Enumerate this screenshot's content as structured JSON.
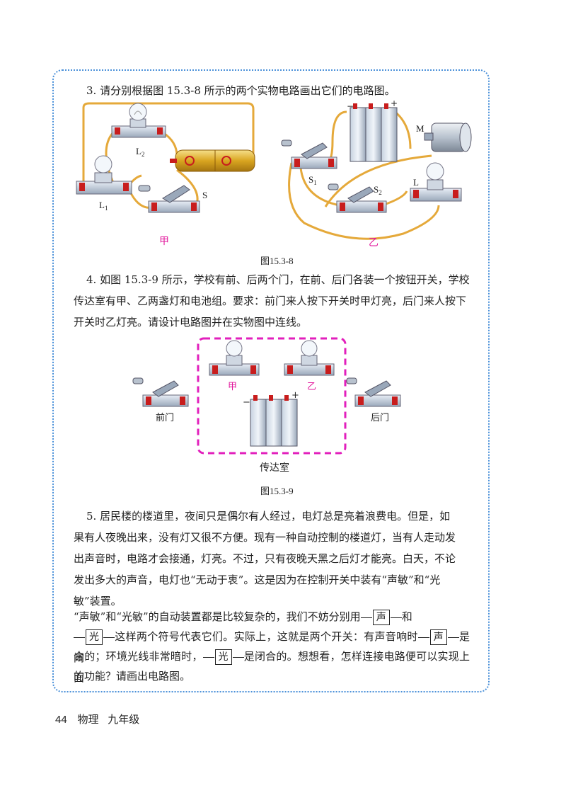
{
  "q3": {
    "text": "3. 请分别根据图 15.3-8 所示的两个实物电路画出它们的电路图。"
  },
  "fig8": {
    "caption": "图15.3-8",
    "left_label": "甲",
    "right_label": "乙",
    "labels": {
      "L1": "L",
      "L1_sub": "1",
      "L2": "L",
      "L2_sub": "2",
      "S": "S",
      "S1": "S",
      "S1_sub": "1",
      "S2": "S",
      "S2_sub": "2",
      "M": "M",
      "L": "L",
      "minus": "−",
      "plus": "+"
    }
  },
  "q4": {
    "lines": [
      "4. 如图 15.3-9 所示，学校有前、后两个门，在前、后门各装一个按钮开关，学校",
      "传达室有甲、乙两盏灯和电池组。要求：前门来人按下开关时甲灯亮，后门来人按下",
      "开关时乙灯亮。请设计电路图并在实物图中连线。"
    ]
  },
  "fig9": {
    "caption": "图15.3-9",
    "front": "前门",
    "back": "后门",
    "room": "传达室",
    "lamp_a": "甲",
    "lamp_b": "乙",
    "minus": "−",
    "plus": "+"
  },
  "q5": {
    "lines": [
      "5. 居民楼的楼道里，夜间只是偶尔有人经过，电灯总是亮着浪费电。但是，如",
      "果有人夜晚出来，没有灯又很不方便。现有一种自动控制的楼道灯，当有人走动发",
      "出声音时，电路才会接通，灯亮。不过，只有夜晚天黑之后灯才能亮。白天，不论",
      "发出多大的声音，电灯也“无动于衷”。这是因为在控制开关中装有“声敏”和“光",
      "敏”装置。"
    ],
    "p2_a": "“声敏”和“光敏”的自动装置都是比较复杂的，我们不妨分别用",
    "sym_sound": "声",
    "p2_b": "和",
    "sym_light": "光",
    "p2_c": "这样两个符号代表它们。实际上，这就是两个开关：有声音响时",
    "p2_d": "是闭",
    "p2_e": "合的；环境光线非常暗时，",
    "p2_f": "是闭合的。想想看，怎样连接电路便可以实现上面",
    "p2_g": "的功能？请画出电路图。"
  },
  "footer": {
    "page": "44",
    "subject": "物理",
    "grade": "九年级"
  }
}
